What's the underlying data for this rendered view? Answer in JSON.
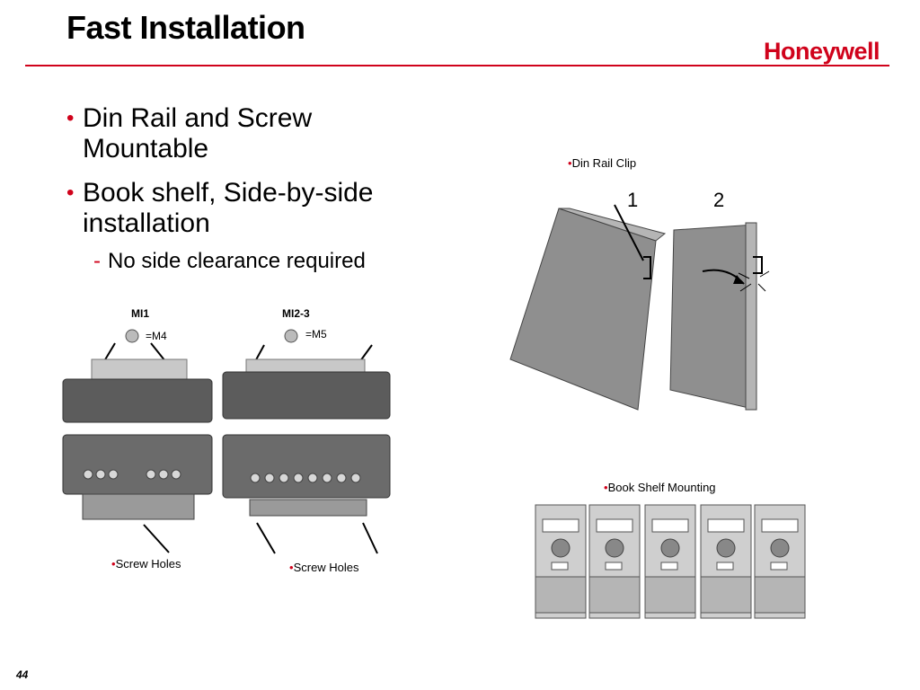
{
  "slide": {
    "title": "Fast Installation",
    "logo_text": "Honeywell",
    "bullets": [
      "Din Rail and Screw\nMountable",
      "Book shelf, Side-by-side\ninstallation"
    ],
    "sub_bullets": [
      "No side clearance required"
    ],
    "page_number": "44"
  },
  "figures": {
    "mi1_label": "MI1",
    "mi1_screw": "=M4",
    "mi23_label": "MI2-3",
    "mi23_screw": "=M5",
    "screw_holes_left": "Screw Holes",
    "screw_holes_right": "Screw Holes",
    "din_rail_clip": "Din Rail Clip",
    "step1": "1",
    "step2": "2",
    "book_shelf": "Book Shelf Mounting",
    "bullet_marker": "•"
  },
  "colors": {
    "accent": "#d0021b",
    "device_gray": "#8f8f8f"
  }
}
